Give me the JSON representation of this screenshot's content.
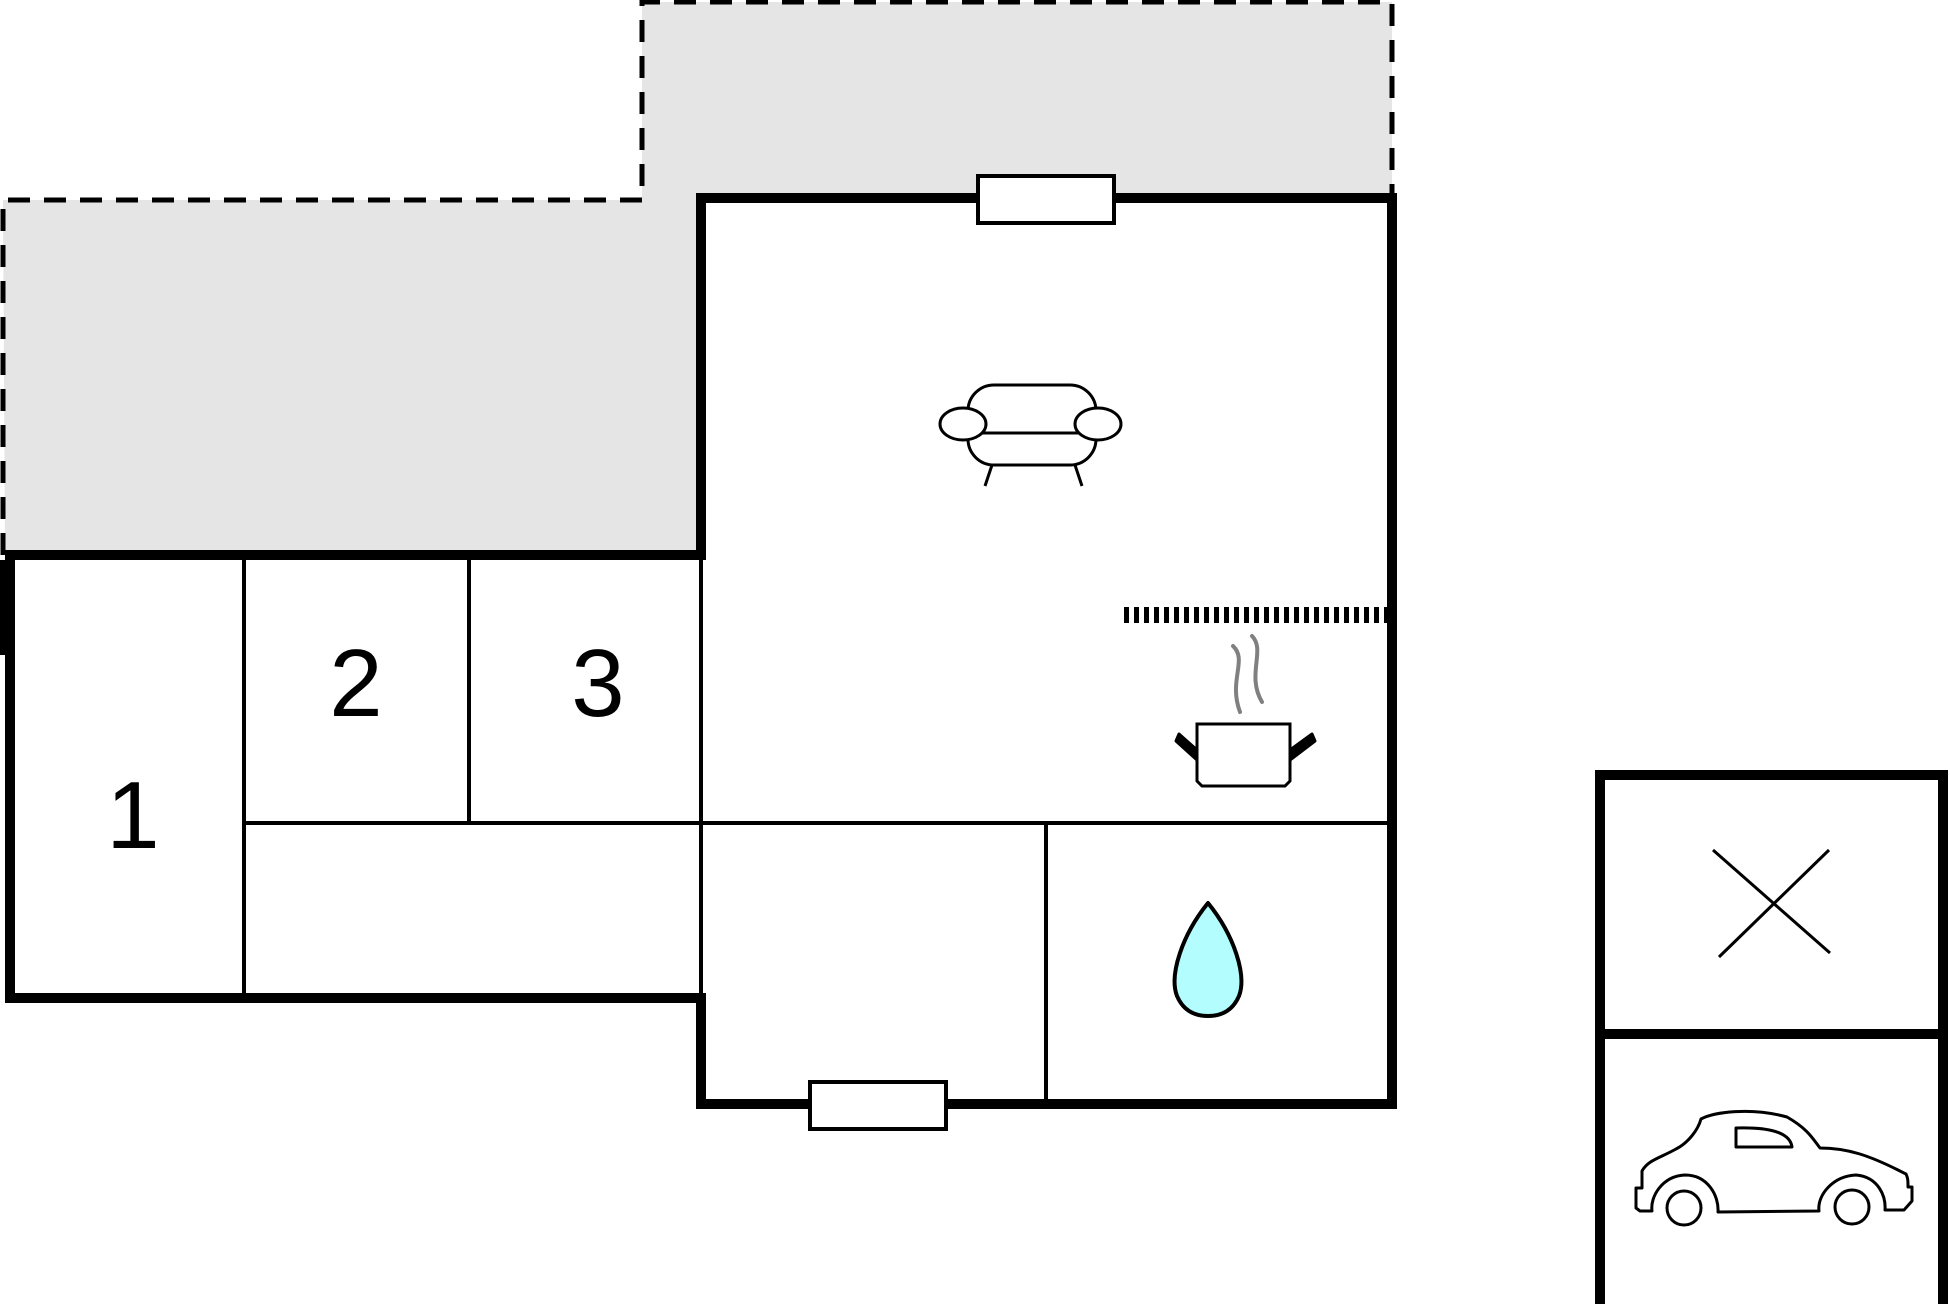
{
  "floorplan": {
    "rooms": [
      {
        "id": "bedroom-1",
        "label": "1"
      },
      {
        "id": "bedroom-2",
        "label": "2"
      },
      {
        "id": "bedroom-3",
        "label": "3"
      }
    ],
    "icons": [
      "sofa-icon",
      "cooking-pot-icon",
      "water-drop-icon",
      "cross-icon",
      "car-icon"
    ],
    "colors": {
      "wall": "#000000",
      "terrace": "#e5e5e5",
      "water": "#b3fdff",
      "steam": "#808080"
    }
  }
}
